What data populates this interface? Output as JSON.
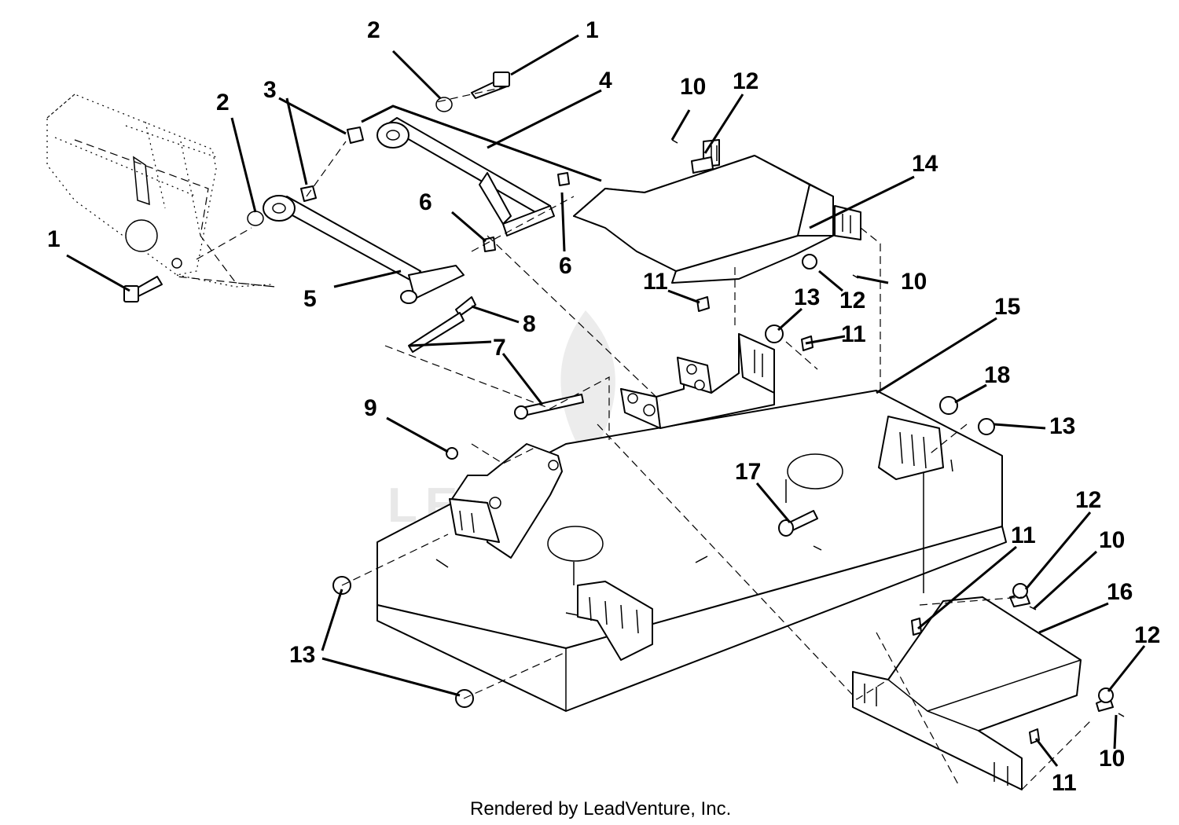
{
  "watermark": {
    "text": "LEADVENTURE",
    "color": "#e8e8e8"
  },
  "footer": {
    "text": "Rendered by LeadVenture, Inc."
  },
  "callouts": [
    {
      "label": "1"
    },
    {
      "label": "2"
    },
    {
      "label": "2"
    },
    {
      "label": "3"
    },
    {
      "label": "4"
    },
    {
      "label": "1"
    },
    {
      "label": "5"
    },
    {
      "label": "6"
    },
    {
      "label": "6"
    },
    {
      "label": "7"
    },
    {
      "label": "8"
    },
    {
      "label": "9"
    },
    {
      "label": "10"
    },
    {
      "label": "12"
    },
    {
      "label": "14"
    },
    {
      "label": "11"
    },
    {
      "label": "12"
    },
    {
      "label": "10"
    },
    {
      "label": "13"
    },
    {
      "label": "11"
    },
    {
      "label": "15"
    },
    {
      "label": "18"
    },
    {
      "label": "13"
    },
    {
      "label": "17"
    },
    {
      "label": "12"
    },
    {
      "label": "10"
    },
    {
      "label": "11"
    },
    {
      "label": "16"
    },
    {
      "label": "12"
    },
    {
      "label": "13"
    },
    {
      "label": "10"
    },
    {
      "label": "11"
    }
  ]
}
